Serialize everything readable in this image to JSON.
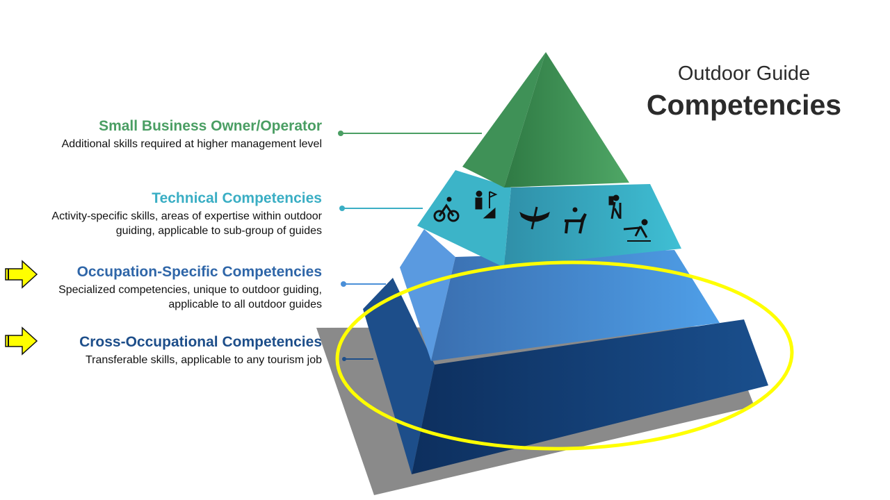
{
  "title": {
    "line1": "Outdoor Guide",
    "line2": "Competencies"
  },
  "tiers": [
    {
      "heading": "Small Business Owner/Operator",
      "description": "Additional skills required at higher management level",
      "color": "#4a9e63",
      "highlighted": false
    },
    {
      "heading": "Technical Competencies",
      "description": "Activity-specific skills, areas of expertise within outdoor guiding, applicable to sub-group of guides",
      "color": "#3aaec4",
      "highlighted": false
    },
    {
      "heading": "Occupation-Specific Competencies",
      "description": "Specialized competencies, unique to outdoor guiding, applicable to all outdoor guides",
      "color": "#2f66a8",
      "highlighted": true
    },
    {
      "heading": "Cross-Occupational Competencies",
      "description": "Transferable skills, applicable to any tourism job",
      "color": "#1d4e8a",
      "highlighted": true
    }
  ],
  "activity_icons": [
    "cycling-icon",
    "mountaineering-icon",
    "canoe-icon",
    "horseback-riding-icon",
    "hiking-icon",
    "cross-country-ski-icon"
  ],
  "highlight_color": "#ffff00"
}
